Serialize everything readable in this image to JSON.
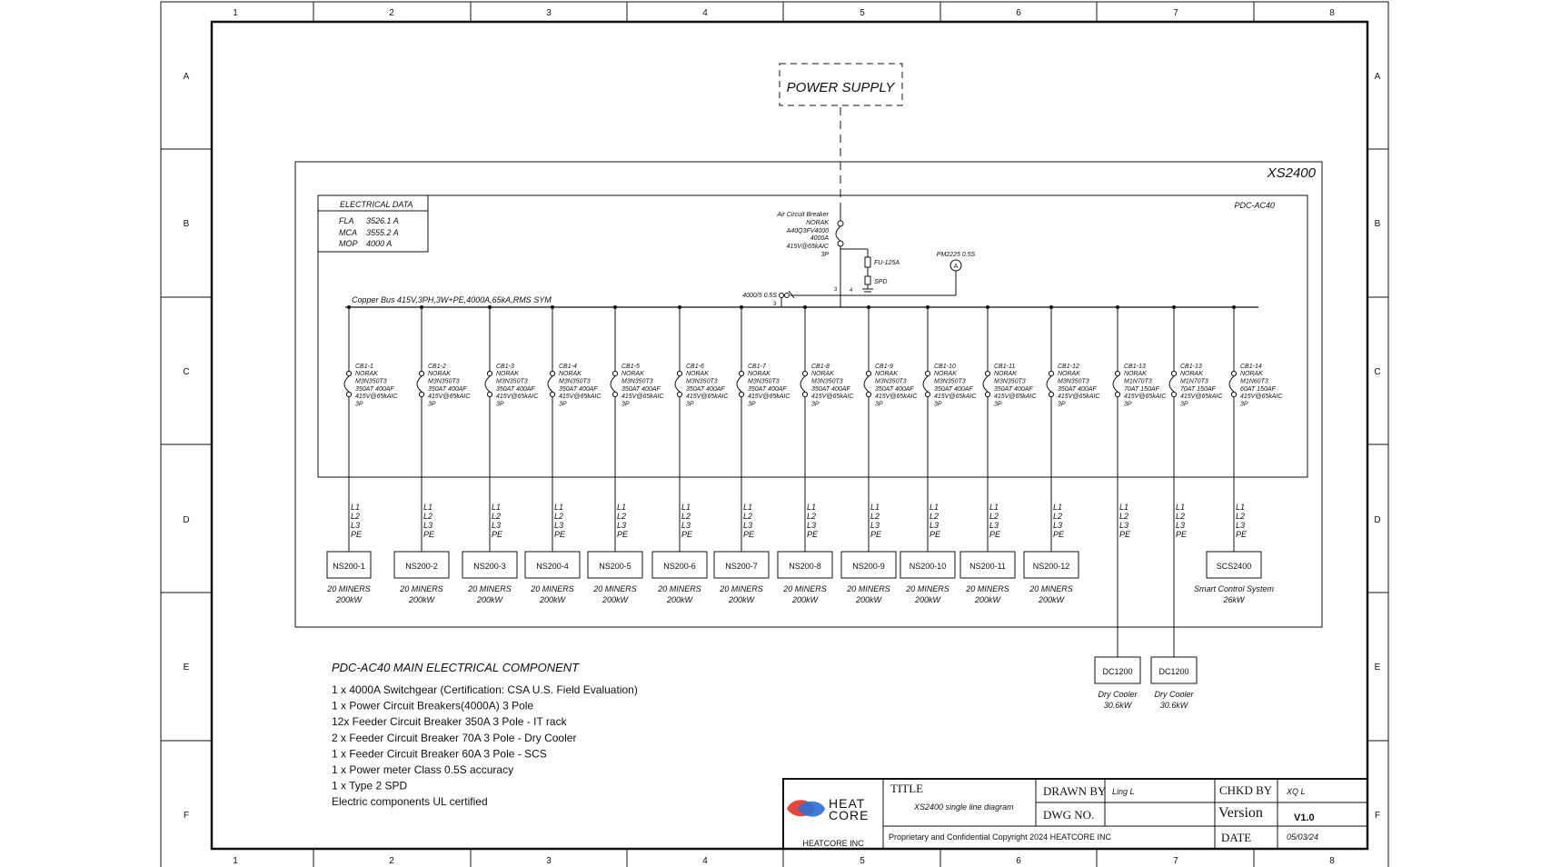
{
  "grid": {
    "columns": [
      "1",
      "2",
      "3",
      "4",
      "5",
      "6",
      "7",
      "8"
    ],
    "rows": [
      "A",
      "B",
      "C",
      "D",
      "E",
      "F"
    ]
  },
  "power_supply": "POWER SUPPLY",
  "enclosure_label": "XS2400",
  "panel_label": "PDC-AC40",
  "electrical_data": {
    "title": "ELECTRICAL DATA",
    "rows": [
      {
        "k": "FLA",
        "v": "3526.1 A"
      },
      {
        "k": "MCA",
        "v": "3555.2 A"
      },
      {
        "k": "MOP",
        "v": "4000 A"
      }
    ]
  },
  "main_breaker": [
    "Air Circuit Breaker",
    "NORAK",
    "A40Q3FV4000",
    "4000A",
    "415V@65kAIC",
    "3P"
  ],
  "fuse": "FU-125A",
  "spd": "SPD",
  "meter": "PM2225 0.5S",
  "meter_symbol": "A",
  "ct": "4000/5 0.5S",
  "ct_terms": [
    "3",
    "3",
    "4"
  ],
  "bus_label": "Copper Bus 415V,3PH,3W+PE,4000A,65kA,RMS SYM",
  "phase_labels": [
    "L1",
    "L2",
    "L3",
    "PE"
  ],
  "breakers": [
    {
      "id": "CB1-1",
      "lines": [
        "NORAK",
        "M3N350T3",
        "350AT 400AF",
        "415V@65kAIC",
        "3P"
      ]
    },
    {
      "id": "CB1-2",
      "lines": [
        "NORAK",
        "M3N350T3",
        "350AT 400AF",
        "415V@65kAIC",
        "3P"
      ]
    },
    {
      "id": "CB1-3",
      "lines": [
        "NORAK",
        "M3N350T3",
        "350AT 400AF",
        "415V@65kAIC",
        "3P"
      ]
    },
    {
      "id": "CB1-4",
      "lines": [
        "NORAK",
        "M3N350T3",
        "350AT 400AF",
        "415V@65kAIC",
        "3P"
      ]
    },
    {
      "id": "CB1-5",
      "lines": [
        "NORAK",
        "M3N350T3",
        "350AT 400AF",
        "415V@65kAIC",
        "3P"
      ]
    },
    {
      "id": "CB1-6",
      "lines": [
        "NORAK",
        "M3N350T3",
        "350AT 400AF",
        "415V@65kAIC",
        "3P"
      ]
    },
    {
      "id": "CB1-7",
      "lines": [
        "NORAK",
        "M3N350T3",
        "350AT 400AF",
        "415V@65kAIC",
        "3P"
      ]
    },
    {
      "id": "CB1-8",
      "lines": [
        "NORAK",
        "M3N350T3",
        "350AT 400AF",
        "415V@65kAIC",
        "3P"
      ]
    },
    {
      "id": "CB1-9",
      "lines": [
        "NORAK",
        "M3N350T3",
        "350AT 400AF",
        "415V@65kAIC",
        "3P"
      ]
    },
    {
      "id": "CB1-10",
      "lines": [
        "NORAK",
        "M3N350T3",
        "350AT 400AF",
        "415V@65kAIC",
        "3P"
      ]
    },
    {
      "id": "CB1-11",
      "lines": [
        "NORAK",
        "M3N350T3",
        "350AT 400AF",
        "415V@65kAIC",
        "3P"
      ]
    },
    {
      "id": "CB1-12",
      "lines": [
        "NORAK",
        "M3N350T3",
        "350AT 400AF",
        "415V@65kAIC",
        "3P"
      ]
    },
    {
      "id": "CB1-13",
      "lines": [
        "NORAK",
        "M1N70T3",
        "70AT 150AF",
        "415V@65kAIC",
        "3P"
      ]
    },
    {
      "id": "CB1-13",
      "lines": [
        "NORAK",
        "M1N70T3",
        "70AT 150AF",
        "415V@65kAIC",
        "3P"
      ]
    },
    {
      "id": "CB1-14",
      "lines": [
        "NORAK",
        "M1N60T3",
        "60AT 150AF",
        "415V@65kAIC",
        "3P"
      ]
    }
  ],
  "loads": [
    {
      "name": "NS200-1",
      "desc": [
        "20 MINERS",
        "200kW"
      ]
    },
    {
      "name": "NS200-2",
      "desc": [
        "20 MINERS",
        "200kW"
      ]
    },
    {
      "name": "NS200-3",
      "desc": [
        "20 MINERS",
        "200kW"
      ]
    },
    {
      "name": "NS200-4",
      "desc": [
        "20 MINERS",
        "200kW"
      ]
    },
    {
      "name": "NS200-5",
      "desc": [
        "20 MINERS",
        "200kW"
      ]
    },
    {
      "name": "NS200-6",
      "desc": [
        "20 MINERS",
        "200kW"
      ]
    },
    {
      "name": "NS200-7",
      "desc": [
        "20 MINERS",
        "200kW"
      ]
    },
    {
      "name": "NS200-8",
      "desc": [
        "20 MINERS",
        "200kW"
      ]
    },
    {
      "name": "NS200-9",
      "desc": [
        "20 MINERS",
        "200kW"
      ]
    },
    {
      "name": "NS200-10",
      "desc": [
        "20 MINERS",
        "200kW"
      ]
    },
    {
      "name": "NS200-11",
      "desc": [
        "20 MINERS",
        "200kW"
      ]
    },
    {
      "name": "NS200-12",
      "desc": [
        "20 MINERS",
        "200kW"
      ]
    },
    {
      "name": "DC1200",
      "desc": [
        "Dry Cooler",
        "30.6kW"
      ]
    },
    {
      "name": "DC1200",
      "desc": [
        "Dry Cooler",
        "30.6kW"
      ]
    },
    {
      "name": "SCS2400",
      "desc": [
        "Smart Control System",
        "26kW"
      ]
    }
  ],
  "components": {
    "title": "PDC-AC40 MAIN ELECTRICAL COMPONENT",
    "items": [
      "1 x 4000A Switchgear (Certification: CSA U.S. Field Evaluation)",
      "1 x Power Circuit Breakers(4000A) 3 Pole",
      "12x Feeder Circuit Breaker 350A 3 Pole - IT rack",
      "2 x Feeder Circuit Breaker 70A 3 Pole - Dry Cooler",
      "1 x Feeder Circuit Breaker 60A 3 Pole - SCS",
      "1 x Power meter Class 0.5S accuracy",
      "1 x Type 2 SPD",
      "Electric components UL certified"
    ]
  },
  "title_block": {
    "logo_top": "HEAT",
    "logo_bottom": "CORE",
    "company": "HEATCORE INC",
    "title_label": "TITLE",
    "title_value": "XS2400 single line diagram",
    "drawn_by_label": "DRAWN BY",
    "drawn_by_value": "Ling L",
    "dwg_no_label": "DWG NO.",
    "chkd_by_label": "CHKD BY",
    "chkd_by_value": "XQ L",
    "version_label": "Version",
    "version_value": "V1.0",
    "date_label": "DATE",
    "date_value": "05/03/24",
    "copyright": "Proprietary and Confidential Copyright 2024 HEATCORE INC"
  },
  "colors": {
    "line": "#111111",
    "logo_red": "#e8463c",
    "logo_blue": "#2a6fd6"
  }
}
